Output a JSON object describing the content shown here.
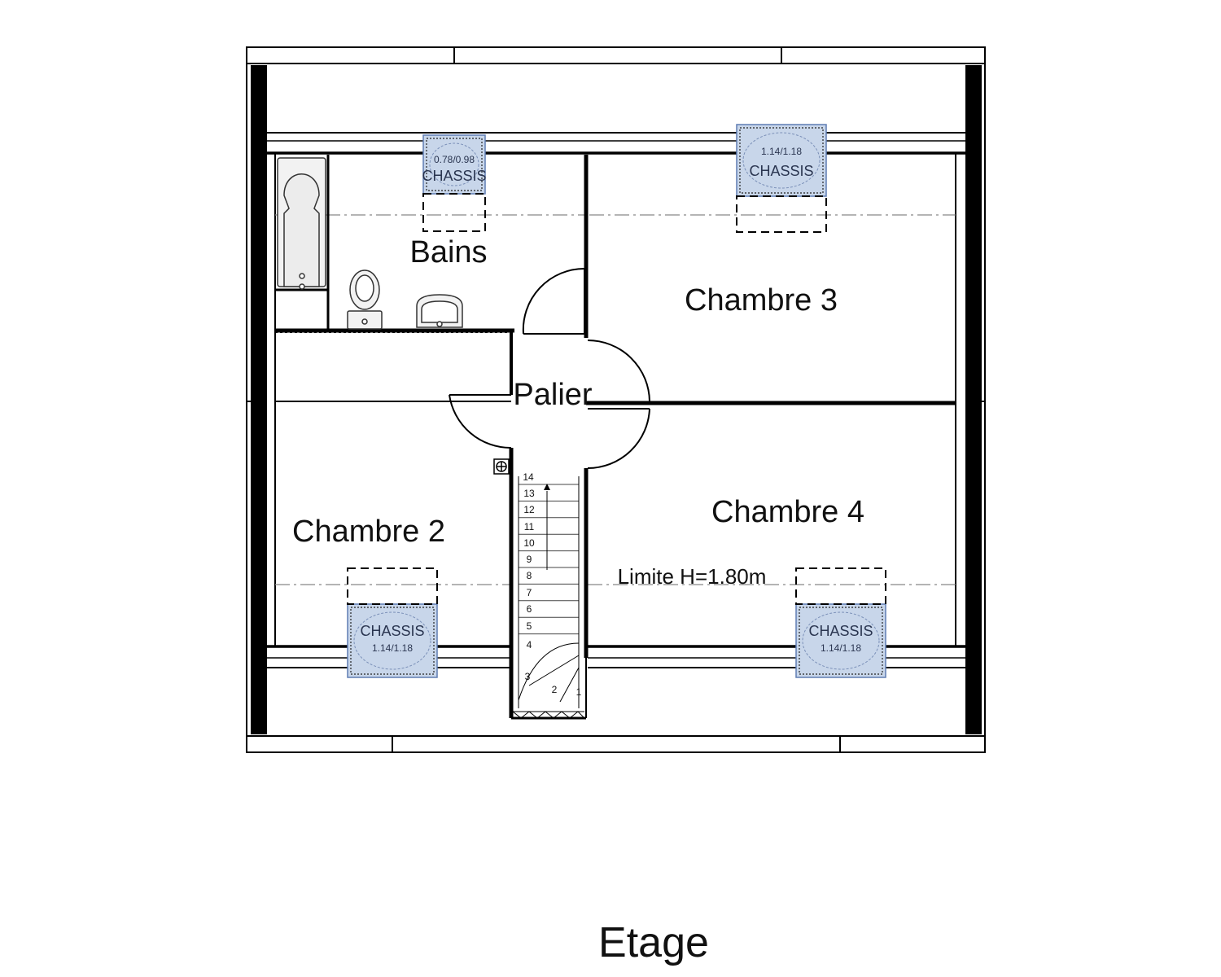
{
  "plan": {
    "title": "Etage",
    "rooms": {
      "bains": "Bains",
      "chambre3": "Chambre 3",
      "palier": "Palier",
      "chambre2": "Chambre 2",
      "chambre4": "Chambre 4"
    },
    "annotation": "Limite H=1.80m",
    "windows": [
      {
        "label": "CHASSIS",
        "dim": "0.78/0.98"
      },
      {
        "label": "CHASSIS",
        "dim": "1.14/1.18"
      },
      {
        "label": "CHASSIS",
        "dim": "1.14/1.18"
      },
      {
        "label": "CHASSIS",
        "dim": "1.14/1.18"
      }
    ],
    "stairs": {
      "steps": [
        "1",
        "2",
        "3",
        "4",
        "5",
        "6",
        "7",
        "8",
        "9",
        "10",
        "11",
        "12",
        "13",
        "14"
      ]
    },
    "colors": {
      "wall": "#000000",
      "window_fill": "#c8d6ea",
      "window_stroke": "#5f7db3"
    }
  }
}
